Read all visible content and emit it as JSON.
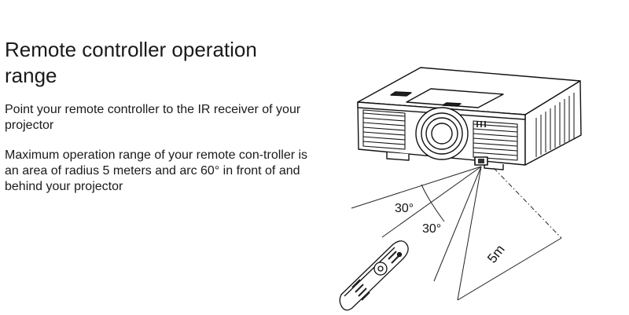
{
  "heading": "Remote controller operation range",
  "paragraphs": [
    "Point your remote controller to the IR receiver of your projector",
    "Maximum operation range of your remote con-troller is an area of radius 5 meters and arc 60° in front of and behind your projector"
  ],
  "figure": {
    "angle_label_1": "30°",
    "angle_label_2": "30°",
    "distance_label": "5m"
  }
}
